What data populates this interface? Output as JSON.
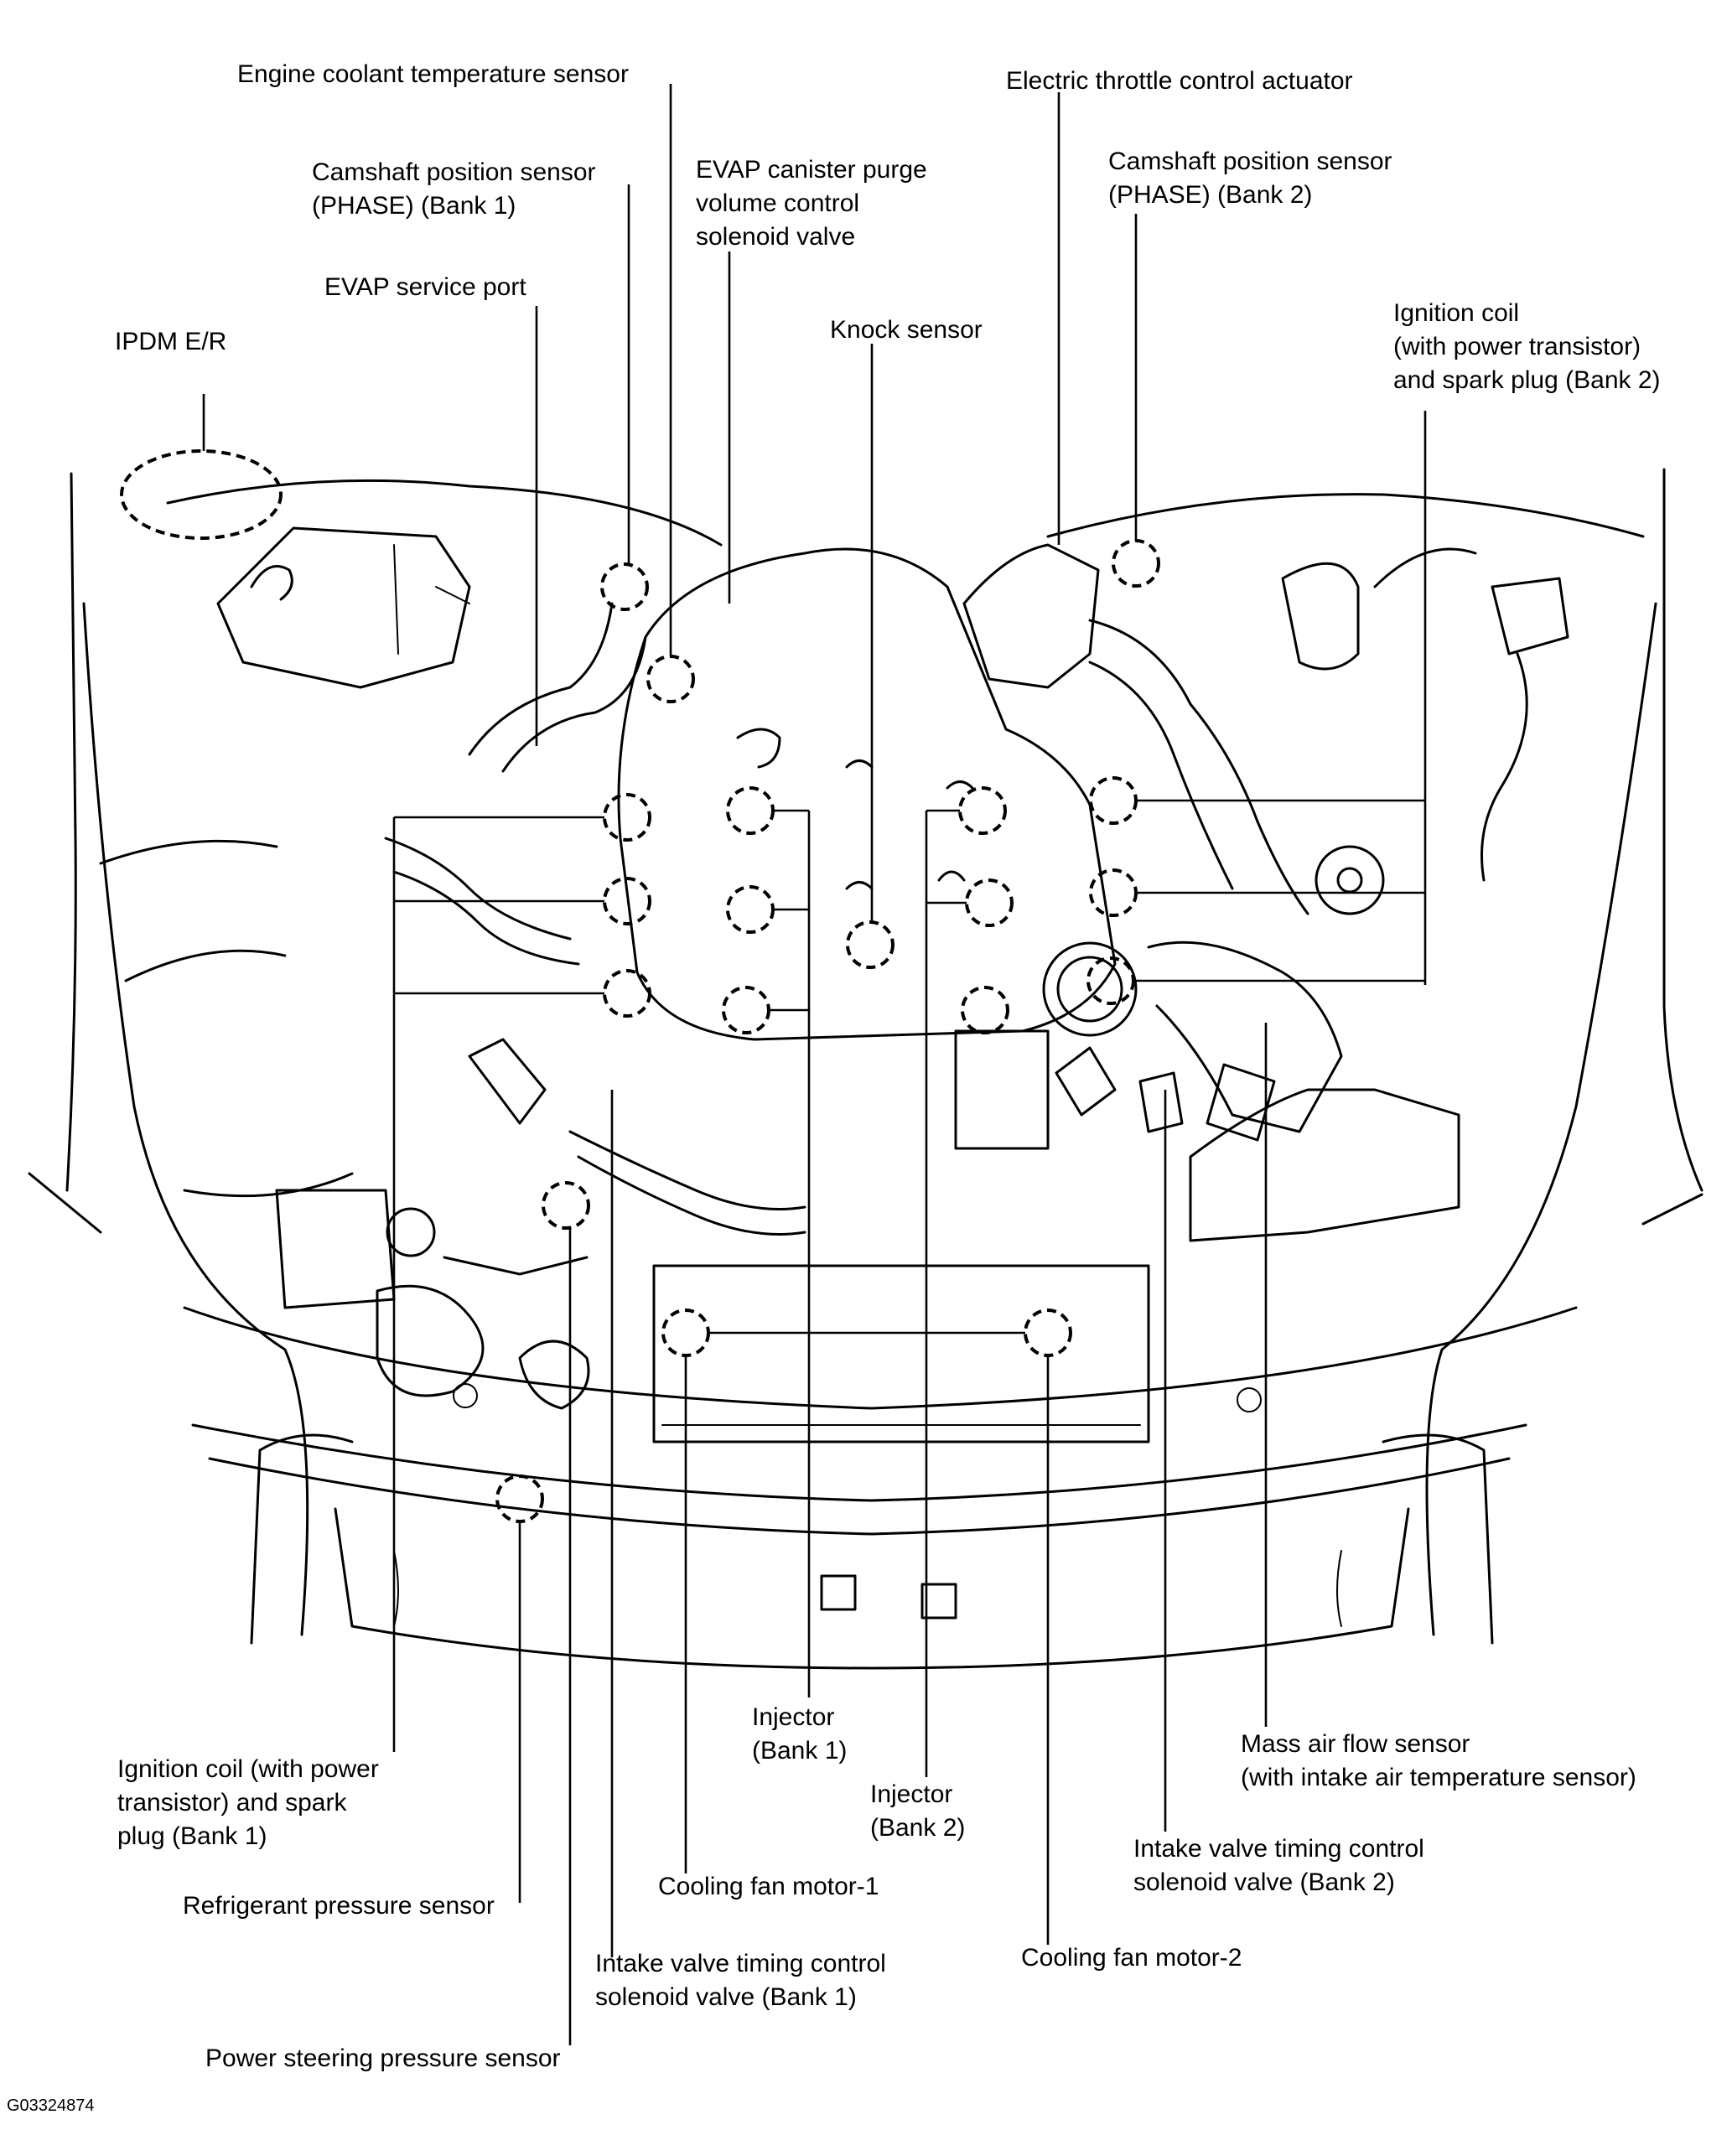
{
  "diagram_code": "G03324874",
  "labels": {
    "engine_coolant_temperature_sensor": [
      "Engine coolant temperature sensor"
    ],
    "camshaft_position_sensor_bank1": [
      "Camshaft position sensor",
      "(PHASE) (Bank 1)"
    ],
    "evap_canister_purge": [
      "EVAP canister purge",
      "volume control",
      "solenoid valve"
    ],
    "electric_throttle_control_actuator": [
      "Electric throttle control actuator"
    ],
    "camshaft_position_sensor_bank2": [
      "Camshaft position sensor",
      "(PHASE) (Bank 2)"
    ],
    "evap_service_port": [
      "EVAP service port"
    ],
    "knock_sensor": [
      "Knock sensor"
    ],
    "ipdm_er": [
      "IPDM E/R"
    ],
    "ignition_coil_bank2": [
      "Ignition coil",
      "(with power transistor)",
      "and spark plug (Bank 2)"
    ],
    "injector_bank1": [
      "Injector",
      "(Bank 1)"
    ],
    "injector_bank2": [
      "Injector",
      "(Bank 2)"
    ],
    "mass_air_flow_sensor": [
      "Mass air flow sensor",
      "(with intake air temperature sensor)"
    ],
    "ignition_coil_bank1": [
      "Ignition coil (with power",
      "transistor) and spark",
      "plug (Bank 1)"
    ],
    "intake_valve_timing_bank2": [
      "Intake valve timing control",
      "solenoid valve (Bank 2)"
    ],
    "cooling_fan_motor_1": [
      "Cooling fan motor-1"
    ],
    "refrigerant_pressure_sensor": [
      "Refrigerant pressure sensor"
    ],
    "intake_valve_timing_bank1": [
      "Intake valve timing control",
      "solenoid valve (Bank 1)"
    ],
    "cooling_fan_motor_2": [
      "Cooling fan motor-2"
    ],
    "power_steering_pressure_sensor": [
      "Power steering pressure sensor"
    ]
  }
}
